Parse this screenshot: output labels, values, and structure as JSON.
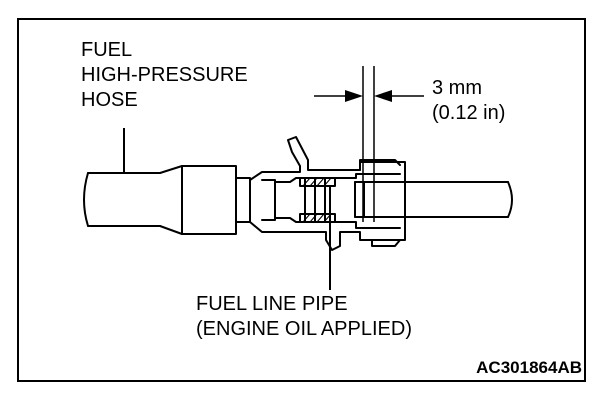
{
  "labels": {
    "hose": [
      "FUEL",
      "HIGH-PRESSURE",
      "HOSE"
    ],
    "gap": [
      "3 mm",
      "(0.12 in)"
    ],
    "pipe": [
      "FUEL LINE PIPE",
      "(ENGINE OIL APPLIED)"
    ]
  },
  "figure_code": "AC301864AB"
}
